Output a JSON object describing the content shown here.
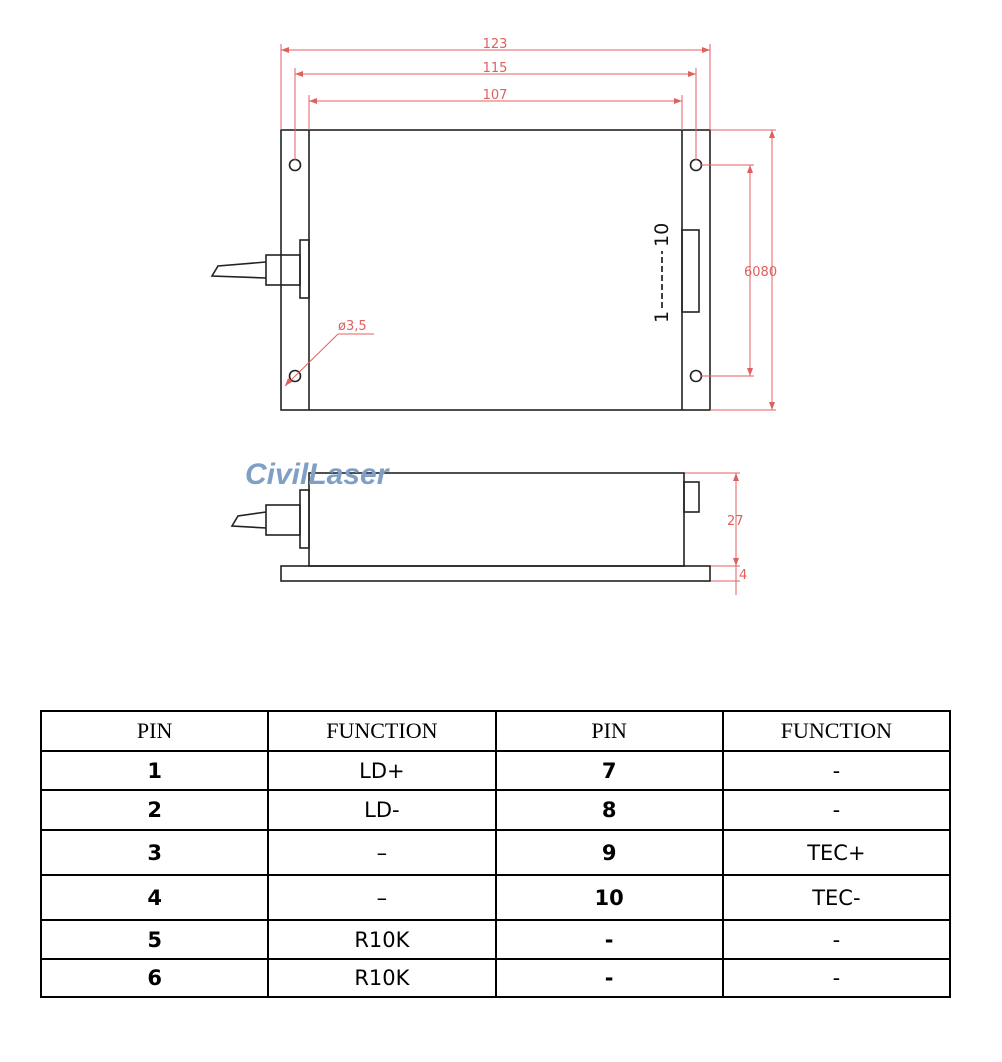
{
  "dimensions": {
    "width_outer": "123",
    "width_holes": "115",
    "width_inner": "107",
    "height_label": "6080",
    "hole_diameter": "ø3,5",
    "thickness_body": "27",
    "thickness_base": "4"
  },
  "connector": {
    "pin_first": "1",
    "pin_last": "10"
  },
  "watermark": "CivilLaser",
  "pin_table": {
    "headers": [
      "PIN",
      "FUNCTION",
      "PIN",
      "FUNCTION"
    ],
    "rows": [
      {
        "pin_a": "1",
        "func_a": "LD+",
        "pin_b": "7",
        "func_b": "-"
      },
      {
        "pin_a": "2",
        "func_a": "LD-",
        "pin_b": "8",
        "func_b": "-"
      },
      {
        "pin_a": "3",
        "func_a": "–",
        "pin_b": "9",
        "func_b": "TEC+"
      },
      {
        "pin_a": "4",
        "func_a": "–",
        "pin_b": "10",
        "func_b": "TEC-"
      },
      {
        "pin_a": "5",
        "func_a": "R10K",
        "pin_b": "-",
        "func_b": "-"
      },
      {
        "pin_a": "6",
        "func_a": "R10K",
        "pin_b": "-",
        "func_b": "-"
      }
    ]
  }
}
